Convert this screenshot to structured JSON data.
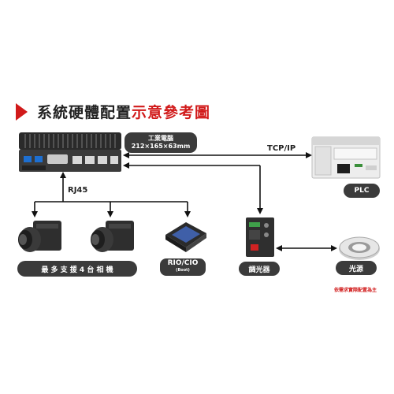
{
  "title": {
    "black": "系統硬體配置",
    "red": "示意參考圖"
  },
  "ipc": {
    "name": "工業電腦",
    "size": "212×165×63mm"
  },
  "connections": {
    "tcp": "TCP/IP",
    "rj45": "RJ45"
  },
  "devices": {
    "plc": "PLC",
    "cameras": "最 多 支 援 4 台 相 機",
    "rio": "RIO/CIO",
    "rio_sub": "(Boot)",
    "controller": "調光器",
    "light": "光源"
  },
  "note": "依需求實際配置為主",
  "colors": {
    "accent": "#d11a1a",
    "pill": "#3b3b3b"
  }
}
